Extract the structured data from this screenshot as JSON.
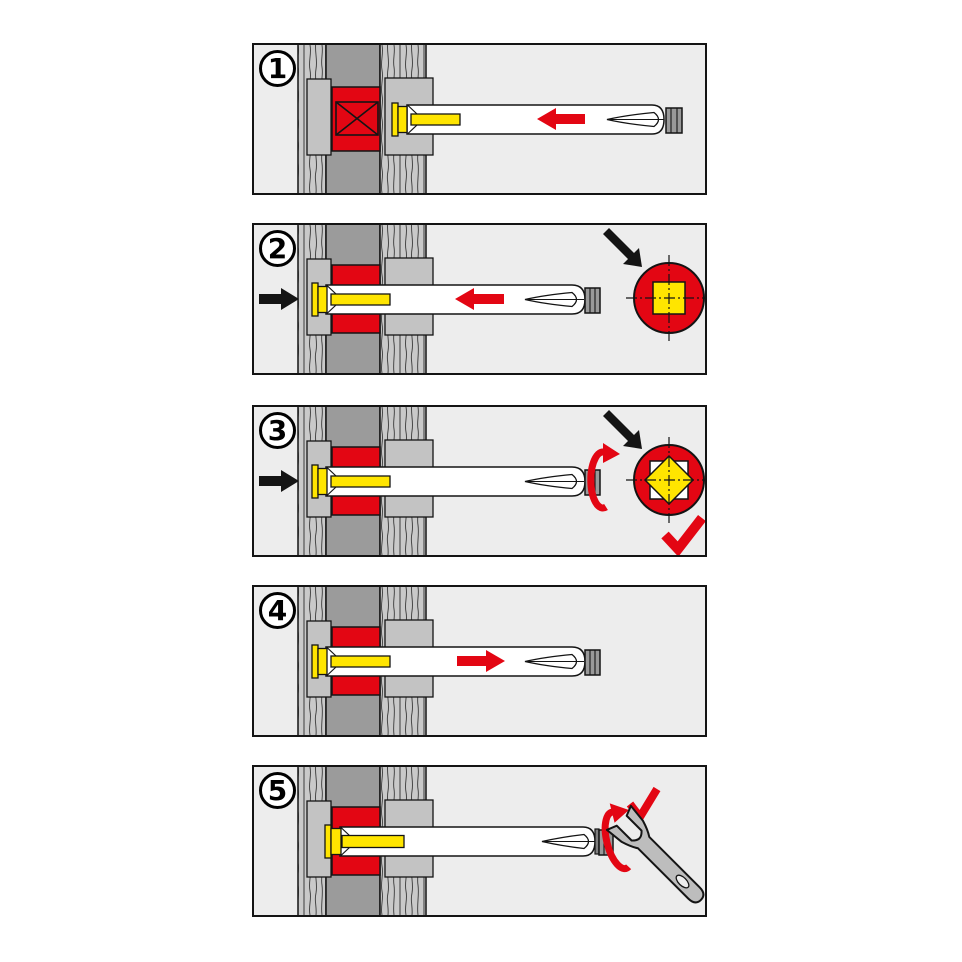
{
  "colors": {
    "page_bg": "#ffffff",
    "panel_bg": "#ededed",
    "outline": "#141414",
    "wall_wood": "#c9c9c9",
    "wall_grain": "#474747",
    "wall_plaster": "#c3c3c3",
    "wall_dark": "#9b9b9b",
    "mortar_red": "#e30613",
    "anchor_yellow": "#ffe500",
    "sleeve_white": "#ffffff",
    "nut_gray": "#999999",
    "washer_gray": "#7f7f7f",
    "arrow_black": "#141414",
    "arrow_red": "#e30613",
    "wrench_gray": "#bdbdbd",
    "badge_bg": "#ffffff"
  },
  "panels": [
    {
      "number": "1",
      "icons": [
        "insert-direction-arrow-left",
        "drill-position-cross-mark"
      ]
    },
    {
      "number": "2",
      "icons": [
        "press-arrow-right",
        "insert-direction-arrow-left",
        "detail-pointer-arrow",
        "hole-detail-square-aligned"
      ]
    },
    {
      "number": "3",
      "icons": [
        "press-arrow-right",
        "rotate-arrow",
        "detail-pointer-arrow",
        "hole-detail-square-rotated-45",
        "check-mark"
      ]
    },
    {
      "number": "4",
      "icons": [
        "pull-direction-arrow-right"
      ]
    },
    {
      "number": "5",
      "icons": [
        "rotate-arrow",
        "check-mark",
        "open-end-wrench"
      ]
    }
  ]
}
